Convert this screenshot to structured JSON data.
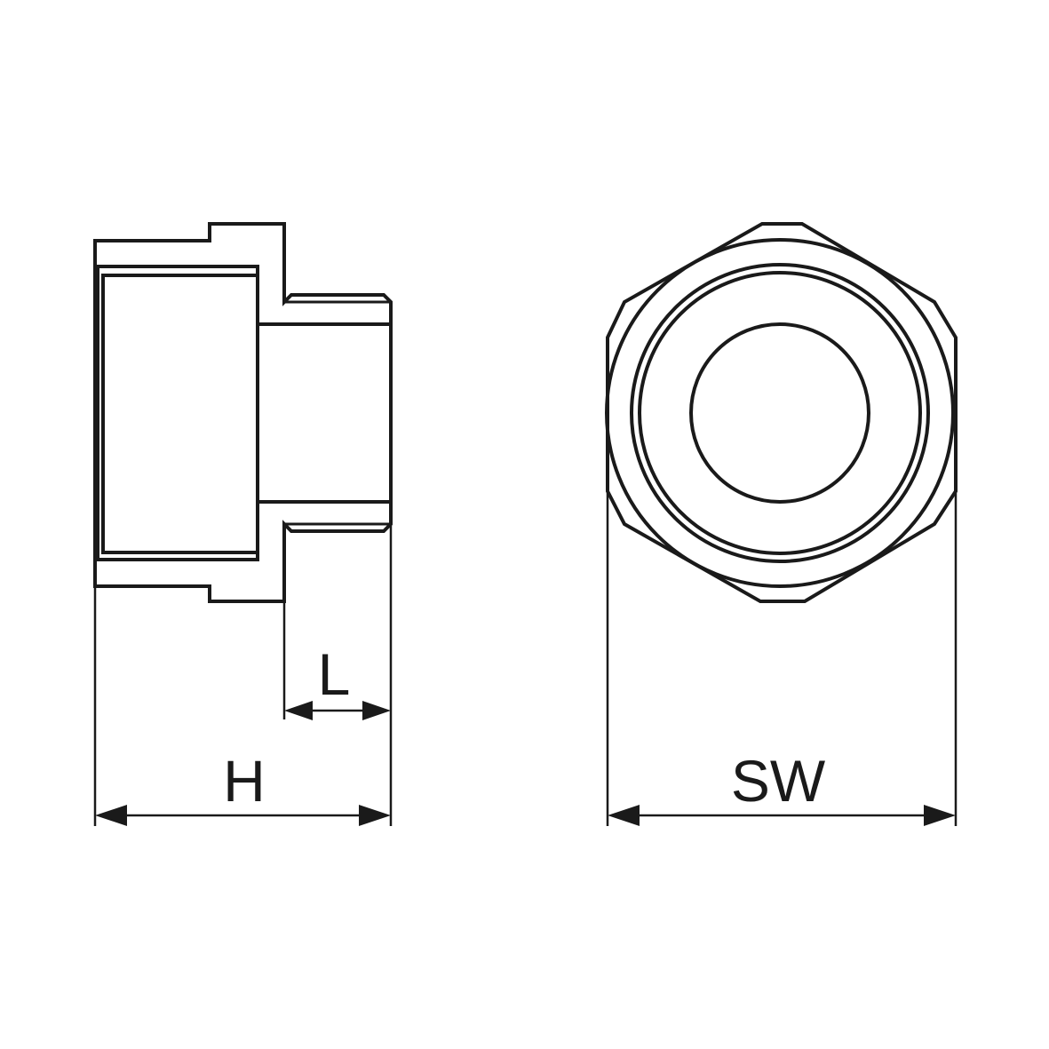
{
  "drawing": {
    "dimensions": {
      "length_label": "L",
      "height_label": "H",
      "wrench_size_label": "SW"
    }
  }
}
